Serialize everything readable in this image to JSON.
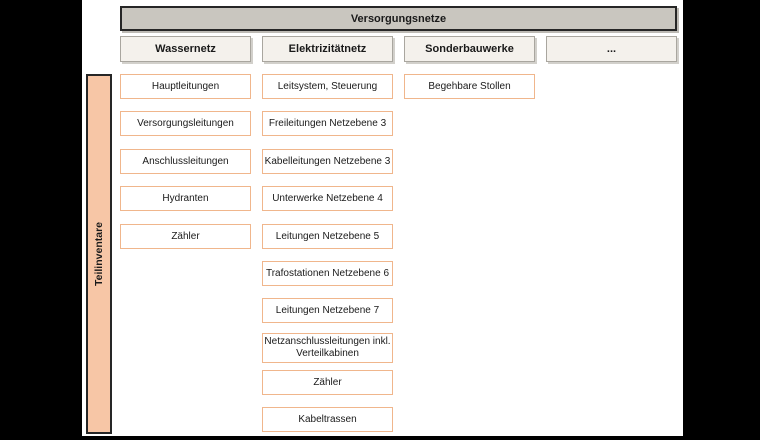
{
  "diagram": {
    "title": "Versorgungsnetze",
    "side_label": "Teilinventare",
    "columns": [
      {
        "header": "Wassernetz",
        "items": [
          "Hauptleitungen",
          "Versorgungsleitungen",
          "Anschlussleitungen",
          "Hydranten",
          "Zähler"
        ]
      },
      {
        "header": "Elektrizitätnetz",
        "items": [
          "Leitsystem, Steuerung",
          "Freileitungen Netzebene 3",
          "Kabelleitungen Netzebene 3",
          "Unterwerke Netzebene 4",
          "Leitungen Netzebene 5",
          "Trafostationen Netzebene 6",
          "Leitungen Netzebene 7",
          "Netzanschlussleitungen inkl.\nVerteilkabinen",
          "Zähler",
          "Kabeltrassen"
        ]
      },
      {
        "header": "Sonderbauwerke",
        "items": [
          "Begehbare Stollen"
        ]
      },
      {
        "header": "...",
        "items": []
      }
    ],
    "colors": {
      "canvas_background": "#000000",
      "slide_background": "#ffffff",
      "root_fill": "#c9c6bf",
      "root_border": "#262626",
      "column_header_fill": "#f4f1ec",
      "column_header_border": "#a9a69f",
      "item_fill": "#ffffff",
      "item_border": "#f0b68c",
      "side_label_fill": "#f7c6a6",
      "side_label_border": "#262626"
    }
  }
}
